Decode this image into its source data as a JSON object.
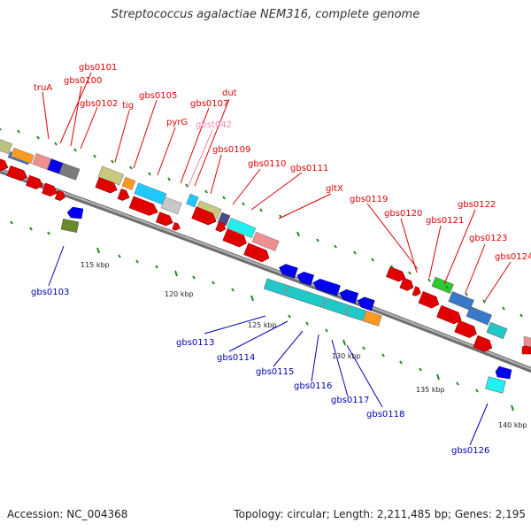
{
  "title": "Streptococcus agalactiae NEM316, complete genome",
  "footer": {
    "accession": "Accession: NC_004368",
    "summary": "Topology: circular; Length: 2,211,485 bp; Genes: 2,195"
  },
  "colors": {
    "backbone": "#8a8a8a",
    "cds_red": "#e00000",
    "forward_label": "#e00000",
    "reverse_label": "#0000b4",
    "rna_label": "#f28cb4",
    "tick": "#1f8a1f"
  },
  "ticks": [
    "115 kbp",
    "120 kbp",
    "125 kbp",
    "130 kbp",
    "135 kbp",
    "140 kbp"
  ],
  "forward_labels": [
    "truA",
    "gbs0101",
    "gbs0100",
    "gbs0102",
    "tig",
    "gbs0105",
    "pyrG",
    "gbs0107",
    "dut",
    "gbs0109",
    "gbs0110",
    "gbs0111",
    "gltX",
    "gbs0119",
    "gbs0120",
    "gbs0121",
    "gbs0122",
    "gbs0123",
    "gbs0124"
  ],
  "rna_labels": [
    "gbst042"
  ],
  "reverse_labels": [
    "gbs0103",
    "gbs0113",
    "gbs0114",
    "gbs0115",
    "gbs0116",
    "gbs0117",
    "gbs0118",
    "gbs0126"
  ]
}
